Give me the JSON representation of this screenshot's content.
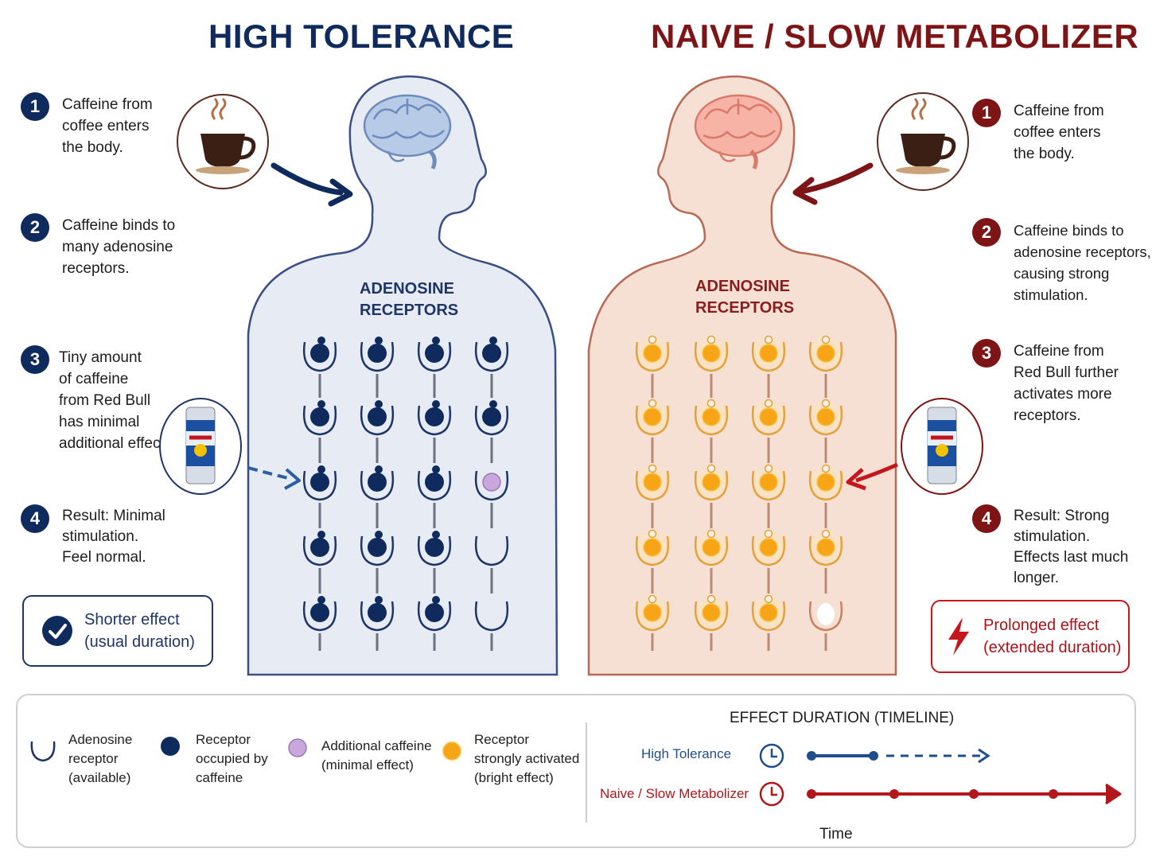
{
  "left": {
    "title": "HIGH TOLERANCE",
    "color": "#0f2a5c",
    "receptor_label": "ADENOSINE\nRECEPTORS",
    "steps": [
      {
        "num": "1",
        "text": "Caffeine from\ncoffee enters\nthe body."
      },
      {
        "num": "2",
        "text": "Caffeine binds to\nmany adenosine\nreceptors."
      },
      {
        "num": "3",
        "text": "Tiny amount\nof caffeine\nfrom Red Bull\nhas minimal\nadditional effect."
      },
      {
        "num": "4",
        "text": "Result: Minimal\nstimulation.\nFeel normal."
      }
    ],
    "summary": "Shorter effect\n(usual duration)",
    "summary_icon": "checkmark-icon"
  },
  "right": {
    "title": "NAIVE / SLOW METABOLIZER",
    "color": "#7d1416",
    "receptor_label": "ADENOSINE\nRECEPTORS",
    "steps": [
      {
        "num": "1",
        "text": "Caffeine from\ncoffee enters\nthe body."
      },
      {
        "num": "2",
        "text": "Caffeine binds to\nadenosine receptors,\ncausing strong\nstimulation."
      },
      {
        "num": "3",
        "text": "Caffeine from\nRed Bull further\nactivates more\nreceptors."
      },
      {
        "num": "4",
        "text": "Result: Strong\nstimulation.\nEffects last much\nlonger."
      }
    ],
    "summary": "Prolonged effect\n(extended duration)",
    "summary_icon": "lightning-icon"
  },
  "legend": {
    "items": [
      {
        "icon": "receptor-available-icon",
        "text": "Adenosine\nreceptor\n(available)"
      },
      {
        "icon": "receptor-occupied-icon",
        "text": "Receptor\noccupied by\ncaffeine"
      },
      {
        "icon": "additional-caffeine-icon",
        "text": "Additional caffeine\n(minimal effect)"
      },
      {
        "icon": "receptor-activated-icon",
        "text": "Receptor\nstrongly activated\n(bright effect)"
      }
    ],
    "timeline": {
      "title": "EFFECT DURATION (TIMELINE)",
      "rows": [
        {
          "label": "High Tolerance",
          "color": "#1f4e8c"
        },
        {
          "label": "Naive / Slow Metabolizer",
          "color": "#b3161b"
        }
      ],
      "axis_label": "Time"
    }
  },
  "colors": {
    "navy": "#0f2a5c",
    "maroon": "#7d1416",
    "purple": "#c9a6dc",
    "orange": "#f7a416",
    "left_body": "#e7ebf3",
    "right_body": "#f6dfd3"
  }
}
